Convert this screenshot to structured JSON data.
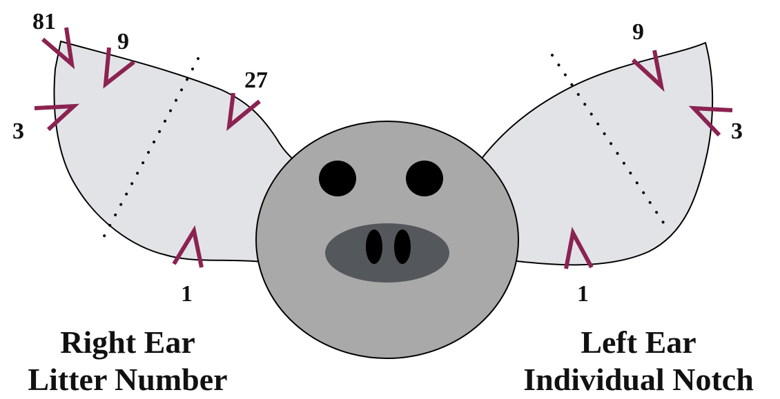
{
  "colors": {
    "ear_fill": "#e2e3e6",
    "head_fill": "#a9a9a9",
    "snout_fill": "#54575c",
    "notch_color": "#8b2352",
    "outline": "#000000"
  },
  "right_ear": {
    "title": "Right Ear",
    "subtitle": "Litter Number",
    "notch_labels": {
      "n81": "81",
      "n9": "9",
      "n27": "27",
      "n3": "3",
      "n1": "1"
    }
  },
  "left_ear": {
    "title": "Left Ear",
    "subtitle": "Individual Notch",
    "notch_labels": {
      "n9": "9",
      "n3": "3",
      "n1": "1"
    }
  }
}
